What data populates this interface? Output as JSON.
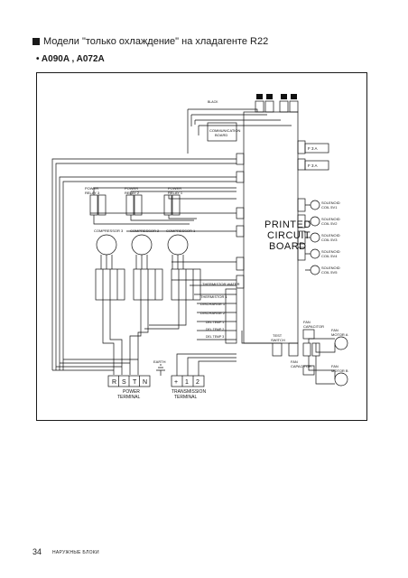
{
  "header": {
    "title": "Модели \"только охлаждение\" на хладагенте R22",
    "model_line": "A090A , A072A"
  },
  "diagram": {
    "board_label": [
      "PRINTED",
      "CIRCUIT",
      "BOARD"
    ],
    "comm_board": [
      "COMMUNICATION",
      "BOARD"
    ],
    "relays": [
      [
        "POWER",
        "RELAY 3"
      ],
      [
        "POWER",
        "RELAY 2"
      ],
      [
        "POWER",
        "RELAY 1"
      ]
    ],
    "compressors": [
      "COMPRESSOR 3",
      "COMPRESSOR 2",
      "COMPRESSOR 1"
    ],
    "thermistor_water": "THERMISTOR WATER",
    "thermistor_1": "THERMISTOR 1",
    "discharge_1": "DISCHARGE 1",
    "discharge_2": "DISCHARGE 2",
    "del_temps": [
      "DEL TEMP 1",
      "DEL TEMP 2",
      "DEL TEMP 3"
    ],
    "solenoids": [
      [
        "SOLENOID",
        "COIL 5V1"
      ],
      [
        "SOLENOID",
        "COIL 5V2"
      ],
      [
        "SOLENOID",
        "COIL 5V3"
      ],
      [
        "SOLENOID",
        "COIL 5V4"
      ],
      [
        "SOLENOID",
        "COIL 5V5"
      ]
    ],
    "fuses": [
      "F 3 A",
      "F 3 A"
    ],
    "test_switch": [
      "TEST",
      "SWITCH"
    ],
    "fan_caps": [
      [
        "FAN",
        "CAPACITOR"
      ],
      [
        "FAN",
        "CAPACITOR"
      ]
    ],
    "fan_motors": [
      [
        "FAN",
        "MOTOR A"
      ],
      [
        "FAN",
        "MOTOR B"
      ]
    ],
    "power_terminal": {
      "cells": [
        "R",
        "S",
        "T",
        "N"
      ],
      "label": [
        "POWER",
        "TERMINAL"
      ]
    },
    "transmission_terminal": {
      "cells": [
        "+",
        "1",
        "2"
      ],
      "label": [
        "TRANSMISSION",
        "TERMINAL"
      ]
    },
    "earth": "EARTH",
    "black_label": "BLACK"
  },
  "footer": {
    "page_number": "34",
    "section": "НАРУЖНЫЕ БЛОКИ"
  }
}
